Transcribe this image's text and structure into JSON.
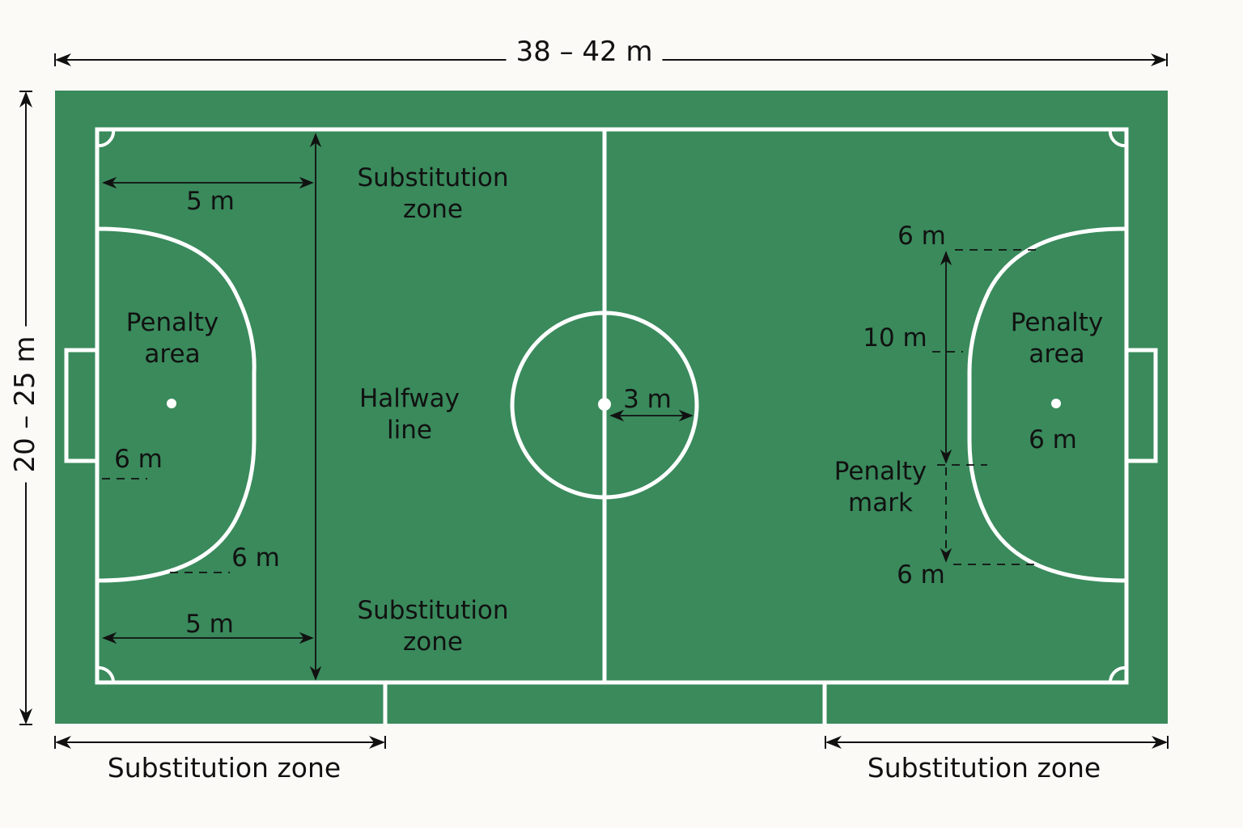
{
  "colors": {
    "background": "#fcfaf7",
    "court": "#3a8a5c",
    "lines": "#ffffff",
    "ink": "#111111"
  },
  "dimensions": {
    "length": "38 – 42 m",
    "width": "20 – 25 m"
  },
  "left_half": {
    "top_dimension": "5 m",
    "bottom_dimension": "5 m",
    "penalty_area_label": [
      "Penalty",
      "area"
    ],
    "goal_line_distance": "6 m",
    "arc_radius": "6 m"
  },
  "center": {
    "substitution_zone_top": [
      "Substitution",
      "zone"
    ],
    "halfway_line": [
      "Halfway",
      "line"
    ],
    "substitution_zone_bottom": [
      "Substitution",
      "zone"
    ],
    "center_circle_radius": "3 m"
  },
  "right_half": {
    "top_arc": "6 m",
    "between_posts": "10 m",
    "penalty_area_label": [
      "Penalty",
      "area"
    ],
    "penalty_mark_distance": "6 m",
    "penalty_mark_label": [
      "Penalty",
      "mark"
    ],
    "bottom_arc": "6 m"
  },
  "outer": {
    "substitution_zone_left": "Substitution zone",
    "substitution_zone_right": "Substitution zone"
  }
}
